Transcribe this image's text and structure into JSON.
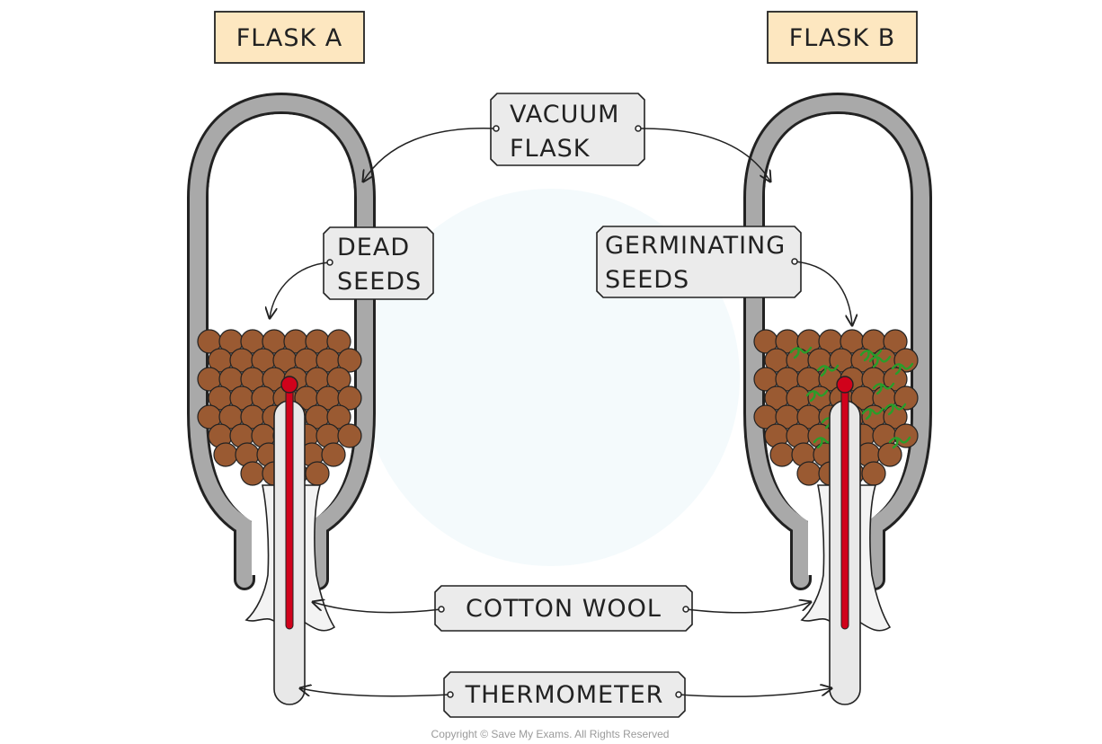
{
  "flasks": [
    {
      "title": "FLASK  A",
      "seeds": "dead"
    },
    {
      "title": "FLASK  B",
      "seeds": "germinating"
    }
  ],
  "labels": {
    "vacuum_flask_line1": "VACUUM",
    "vacuum_flask_line2": "FLASK",
    "dead_seeds_line1": "DEAD",
    "dead_seeds_line2": "SEEDS",
    "germinating_seeds_line1": "GERMINATING",
    "germinating_seeds_line2": "SEEDS",
    "cotton_wool": "COTTON  WOOL",
    "thermometer": "THERMOMETER"
  },
  "copyright": "Copyright © Save My Exams. All Rights Reserved",
  "colors": {
    "title_box_fill": "#fde7c0",
    "label_box_fill": "#ebebeb",
    "flask_wall": "#a9a9a9",
    "seed": "#9a5a32",
    "mercury": "#d0021b",
    "sprout": "#2a9d2a",
    "thermometer": "#e8e8e8"
  }
}
